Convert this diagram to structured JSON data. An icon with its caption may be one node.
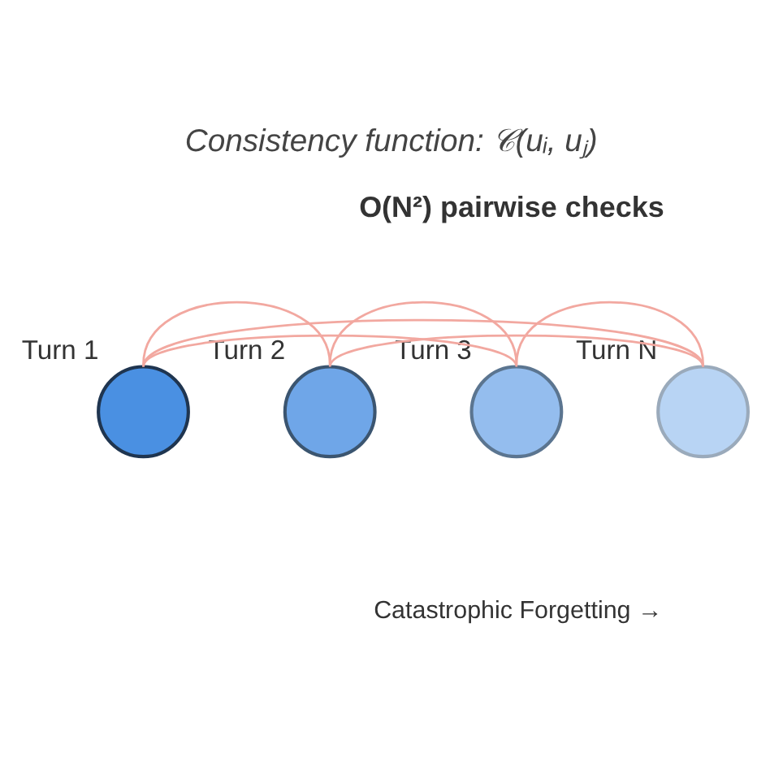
{
  "diagram": {
    "title": "Consistency function: 𝒞(uᵢ, uⱼ)",
    "nodes": [
      {
        "text": [
          "Turn 1"
        ]
      },
      {
        "text": [
          "Turn 2"
        ]
      },
      {
        "text": [
          "Turn 3"
        ]
      },
      {
        "text": [
          "Turn N"
        ]
      }
    ],
    "edges": [
      {
        "from": 0,
        "to": 1,
        "arrow": "none"
      },
      {
        "from": 0,
        "to": 2,
        "arrow": "none"
      },
      {
        "from": 0,
        "to": 3,
        "arrow": "none"
      },
      {
        "from": 1,
        "to": 2,
        "arrow": "none"
      },
      {
        "from": 1,
        "to": 3,
        "arrow": "none"
      },
      {
        "from": 2,
        "to": 3,
        "arrow": "none"
      }
    ],
    "labels": [
      "O(N²) pairwise checks",
      "Catastrophic Forgetting →"
    ]
  }
}
